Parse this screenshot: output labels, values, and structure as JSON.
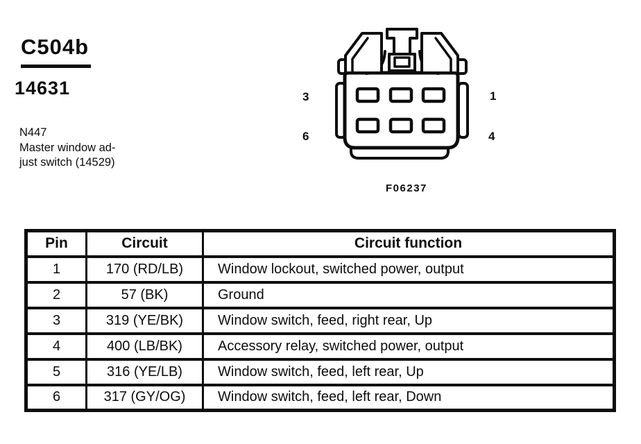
{
  "page": {
    "connector_id": "C504b",
    "part_number": "14631",
    "component": {
      "ref": "N447",
      "desc_line1": "Master window ad-",
      "desc_line2": "just switch (14529)"
    },
    "figure_id": "F06237"
  },
  "connector_diagram": {
    "pin_labels": {
      "top_left": "3",
      "top_right": "1",
      "bottom_left": "6",
      "bottom_right": "4"
    }
  },
  "table": {
    "headers": [
      "Pin",
      "Circuit",
      "Circuit function"
    ],
    "rows": [
      {
        "pin": "1",
        "circuit": "170 (RD/LB)",
        "function": "Window lockout, switched power, output"
      },
      {
        "pin": "2",
        "circuit": "57 (BK)",
        "function": "Ground"
      },
      {
        "pin": "3",
        "circuit": "319 (YE/BK)",
        "function": "Window switch, feed, right rear, Up"
      },
      {
        "pin": "4",
        "circuit": "400 (LB/BK)",
        "function": "Accessory relay, switched power, output"
      },
      {
        "pin": "5",
        "circuit": "316 (YE/LB)",
        "function": "Window switch, feed, left rear, Up"
      },
      {
        "pin": "6",
        "circuit": "317 (GY/OG)",
        "function": "Window switch, feed, left rear, Down"
      }
    ]
  },
  "colors": {
    "ink": "#0d0d0d",
    "paper": "#ffffff"
  }
}
